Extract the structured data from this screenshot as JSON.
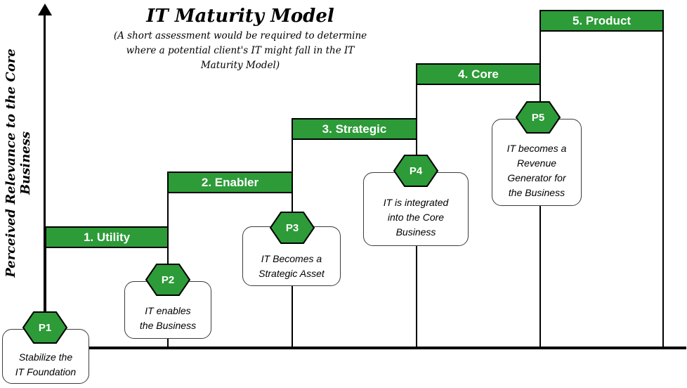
{
  "title": "IT Maturity Model",
  "subtitle": "(A short assessment would be required to determine\nwhere a potential client's IT might fall in the IT\nMaturity Model)",
  "y_axis_label": "Perceived Relevance to the Core Business",
  "colors": {
    "green": "#2d9b38",
    "border": "#000000",
    "callout_border": "#3c3c3c",
    "step_label_text": "#ffffff",
    "badge_text": "#ffffff"
  },
  "steps": [
    {
      "label": "1. Utility"
    },
    {
      "label": "2. Enabler"
    },
    {
      "label": "3. Strategic"
    },
    {
      "label": "4. Core"
    },
    {
      "label": "5. Product"
    }
  ],
  "callouts": [
    {
      "badge": "P1",
      "text": "Stabilize the\nIT Foundation"
    },
    {
      "badge": "P2",
      "text": "IT enables\nthe Business"
    },
    {
      "badge": "P3",
      "text": "IT Becomes a\nStrategic Asset"
    },
    {
      "badge": "P4",
      "text": "IT is integrated\ninto the Core\nBusiness"
    },
    {
      "badge": "P5",
      "text": "IT becomes a\nRevenue\nGenerator for\nthe Business"
    }
  ]
}
